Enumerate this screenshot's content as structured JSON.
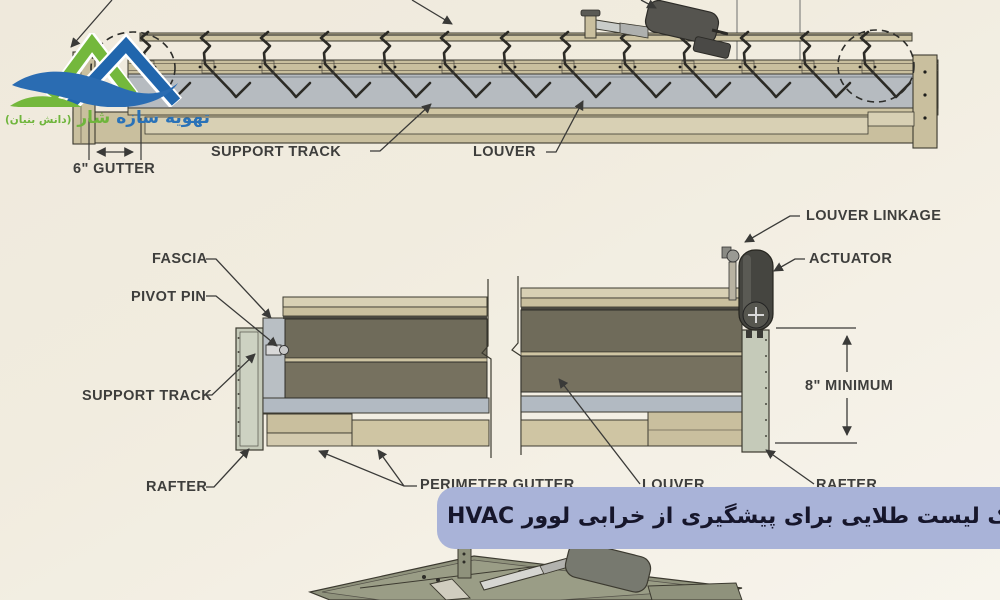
{
  "banner": {
    "text": "چک لیست طلایی برای پیشگیری از خرابی لوور HVAC",
    "bg_color": "#a9b3d8",
    "text_color": "#16162b"
  },
  "logo": {
    "title_blue": "تهویه سازه",
    "title_green": "شار",
    "subtitle": "(دانش بنیان)",
    "blue": "#2a72b8",
    "green": "#6fb53c"
  },
  "top_diagram": {
    "description": "long louver assembly side view",
    "labels": {
      "gutter_dim": "6\" GUTTER",
      "support_track": "SUPPORT TRACK",
      "louver": "LOUVER"
    }
  },
  "section_diagram": {
    "description": "louver cross-section detail",
    "labels": {
      "fascia": "FASCIA",
      "pivot_pin": "PIVOT PIN",
      "support_track": "SUPPORT TRACK",
      "rafter_left": "RAFTER",
      "louver_linkage": "LOUVER LINKAGE",
      "actuator": "ACTUATOR",
      "minimum_dim": "8\" MINIMUM",
      "perimeter_gutter": "PERIMETER GUTTER",
      "louver": "LOUVER",
      "rafter_right": "RAFTER"
    }
  },
  "colors": {
    "background": "#f1ecdf",
    "frame_tan": "#c9bf9e",
    "frame_tan_light": "#d8d0b4",
    "panel_gray": "#b6bbc0",
    "louver_olive": "#6f6b5a",
    "rafter_sage": "#c5cab9",
    "line_dark": "#3c3a30",
    "label_text": "#3e3e3c"
  }
}
